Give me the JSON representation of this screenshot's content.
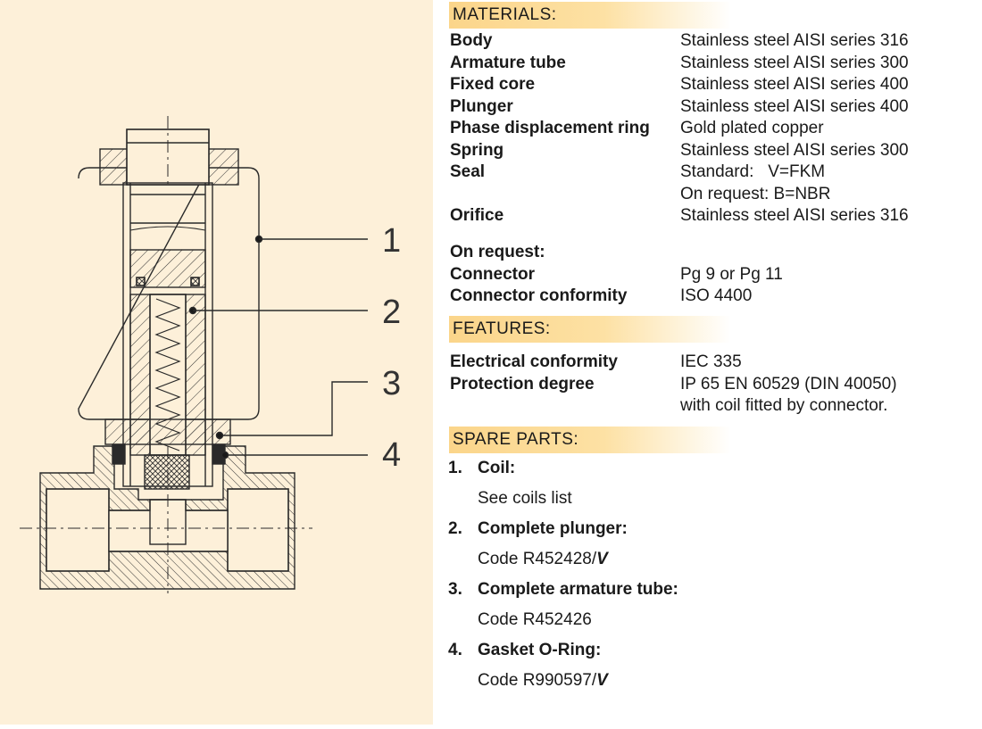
{
  "callouts": [
    "1",
    "2",
    "3",
    "4"
  ],
  "materials": {
    "header": "MATERIALS:",
    "rows": [
      {
        "label": "Body",
        "value": "Stainless steel AISI series 316"
      },
      {
        "label": "Armature tube",
        "value": "Stainless steel AISI series 300"
      },
      {
        "label": "Fixed core",
        "value": "Stainless steel AISI series 400"
      },
      {
        "label": "Plunger",
        "value": "Stainless steel AISI series 400"
      },
      {
        "label": "Phase displacement ring",
        "value": "Gold plated copper"
      },
      {
        "label": "Spring",
        "value": "Stainless steel AISI series 300"
      },
      {
        "label": "Seal",
        "value": "Standard:   V=FKM"
      },
      {
        "label": "",
        "value": "On request: B=NBR"
      },
      {
        "label": "Orifice",
        "value": "Stainless steel AISI series 316"
      }
    ]
  },
  "on_request": {
    "rows": [
      {
        "label": "On request:",
        "value": ""
      },
      {
        "label": "Connector",
        "value": "Pg 9 or Pg 11"
      },
      {
        "label": "Connector conformity",
        "value": "ISO 4400"
      }
    ]
  },
  "features": {
    "header": "FEATURES:",
    "rows": [
      {
        "label": "Electrical conformity",
        "value": "IEC 335"
      },
      {
        "label": "Protection degree",
        "value": "IP 65 EN 60529 (DIN 40050)"
      },
      {
        "label": "",
        "value": "with coil fitted by connector."
      }
    ]
  },
  "spare_parts": {
    "header": "SPARE PARTS:",
    "items": [
      {
        "num": "1.",
        "title": "Coil:",
        "desc": "See coils list",
        "suffix": ""
      },
      {
        "num": "2.",
        "title": "Complete plunger:",
        "desc": "Code R452428/",
        "suffix": "V"
      },
      {
        "num": "3.",
        "title": "Complete armature tube:",
        "desc": "Code R452426",
        "suffix": ""
      },
      {
        "num": "4.",
        "title": "Gasket O-Ring:",
        "desc": "Code R990597/",
        "suffix": "V"
      }
    ]
  }
}
